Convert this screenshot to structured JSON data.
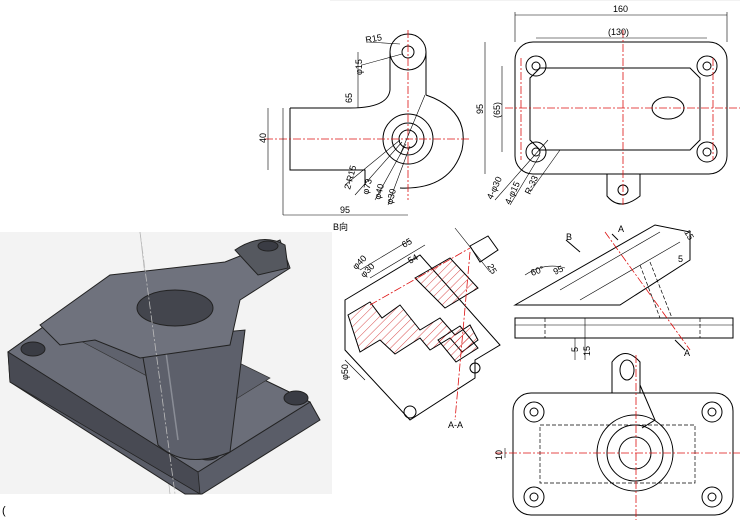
{
  "colors": {
    "center_line": "#dd1111",
    "hatch": "#d02020",
    "model_body": "#5a5d68",
    "model_bg": "#f3f3f3"
  },
  "side_view": {
    "d1": "R15",
    "d2": "φ15",
    "d3": "65",
    "d4": "40",
    "d5": "95",
    "d6": "2-R15",
    "d7": "φ73",
    "d8": "φ40",
    "d9": "φ30",
    "label": "B向"
  },
  "top_view": {
    "d1": "160",
    "d2": "(130)",
    "d3": "95",
    "d4": "(65)",
    "d5": "4-φ30",
    "d6": "4-φ15",
    "d7": "R-33"
  },
  "section_view": {
    "d1": "φ40",
    "d2": "φ30",
    "d3": "65",
    "d4": "54",
    "d5": "25",
    "d6": "φ50",
    "label": "A-A"
  },
  "front_view": {
    "arrow_b": "B",
    "arrow_a_top": "A",
    "arrow_a_bottom": "A",
    "d1": "60°",
    "d2": "95",
    "d3": "15",
    "d4": "5",
    "d5": "5",
    "d6": "15"
  },
  "bottom_view": {
    "d1": "10"
  },
  "stray_text": "("
}
